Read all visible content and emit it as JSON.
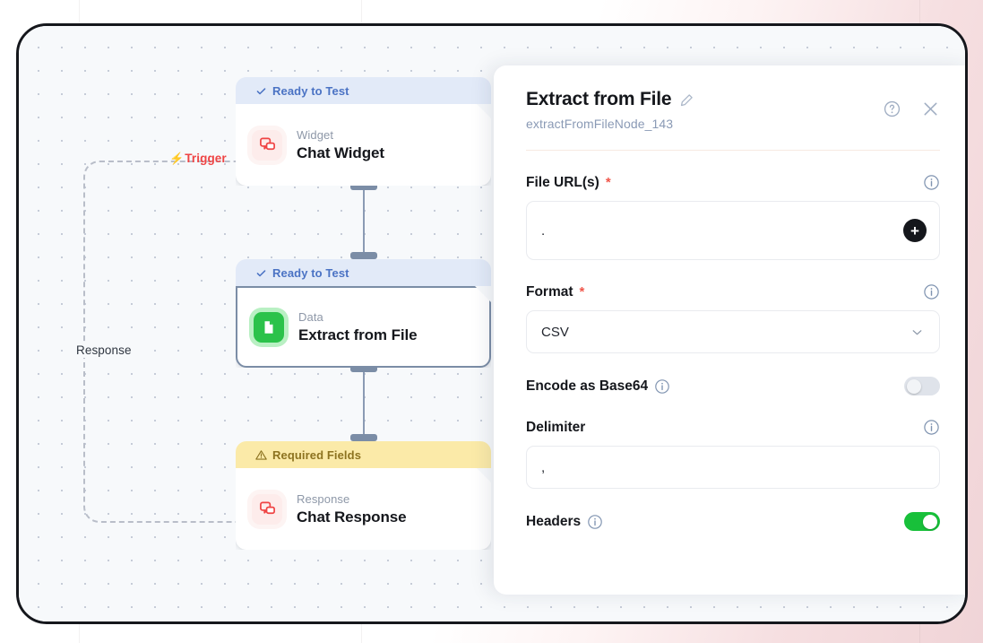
{
  "canvas": {
    "trigger_label": "Trigger",
    "response_label": "Response",
    "nodes": [
      {
        "status": "Ready to Test",
        "status_type": "ready",
        "kind": "Widget",
        "title": "Chat Widget",
        "icon": "chat-widget-icon",
        "selected": false
      },
      {
        "status": "Ready to Test",
        "status_type": "ready",
        "kind": "Data",
        "title": "Extract from File",
        "icon": "file-data-icon",
        "selected": true
      },
      {
        "status": "Required Fields",
        "status_type": "warning",
        "kind": "Response",
        "title": "Chat Response",
        "icon": "chat-response-icon",
        "selected": false
      }
    ]
  },
  "panel": {
    "title": "Extract from File",
    "node_id": "extractFromFileNode_143",
    "edit_icon": "pencil-icon",
    "help_icon": "help-circle-icon",
    "close_icon": "close-icon",
    "fields": {
      "file_urls": {
        "label": "File URL(s)",
        "required": "*",
        "value": ".",
        "add_label": "+",
        "info_icon": "info-icon"
      },
      "format": {
        "label": "Format",
        "required": "*",
        "value": "CSV",
        "options": [
          "CSV"
        ],
        "chevron_icon": "chevron-down-icon",
        "info_icon": "info-icon"
      },
      "encode_base64": {
        "label": "Encode as Base64",
        "state": "off",
        "info_icon": "info-icon"
      },
      "delimiter": {
        "label": "Delimiter",
        "value": ",",
        "info_icon": "info-icon"
      },
      "headers": {
        "label": "Headers",
        "state": "on",
        "info_icon": "info-icon"
      }
    }
  },
  "colors": {
    "accent_red": "#ef4444",
    "status_ready_bg": "#e2eaf8",
    "status_ready_fg": "#4b73c4",
    "status_warn_bg": "#fbeaa8",
    "status_warn_fg": "#8d7320",
    "toggle_on": "#18c03a",
    "icon_green": "#2bc24a"
  }
}
